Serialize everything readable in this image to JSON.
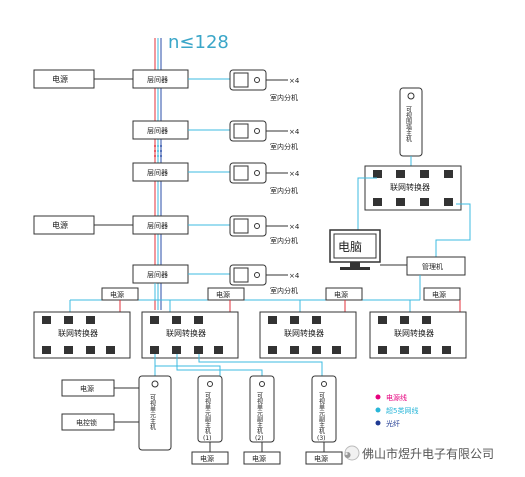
{
  "header": {
    "count_label": "n≤128"
  },
  "labels": {
    "power": "电源",
    "floor_distributor": "层间器",
    "indoor_unit": "室内分机",
    "multiplier": "×4",
    "switch": "联网转换器",
    "computer": "电脑",
    "manager": "管理机",
    "lock": "电控锁",
    "visual_wall_host": "可视围墙主机",
    "visual_unit_host": "可视单元主机",
    "visual_host_1": "可视单元副主机",
    "num1": "(1)",
    "num2": "(2)",
    "num3": "(3)"
  },
  "legend": [
    {
      "label": "电源线",
      "color": "#e6007e"
    },
    {
      "label": "超5类网线",
      "color": "#29b6d8"
    },
    {
      "label": "光纤",
      "color": "#1f3a93"
    }
  ],
  "watermark": "佛山市煜升电子有限公司",
  "colors": {
    "red": "#e3323b",
    "cyan": "#3dbbe0",
    "blue": "#2a4ea8",
    "line": "#333333"
  }
}
